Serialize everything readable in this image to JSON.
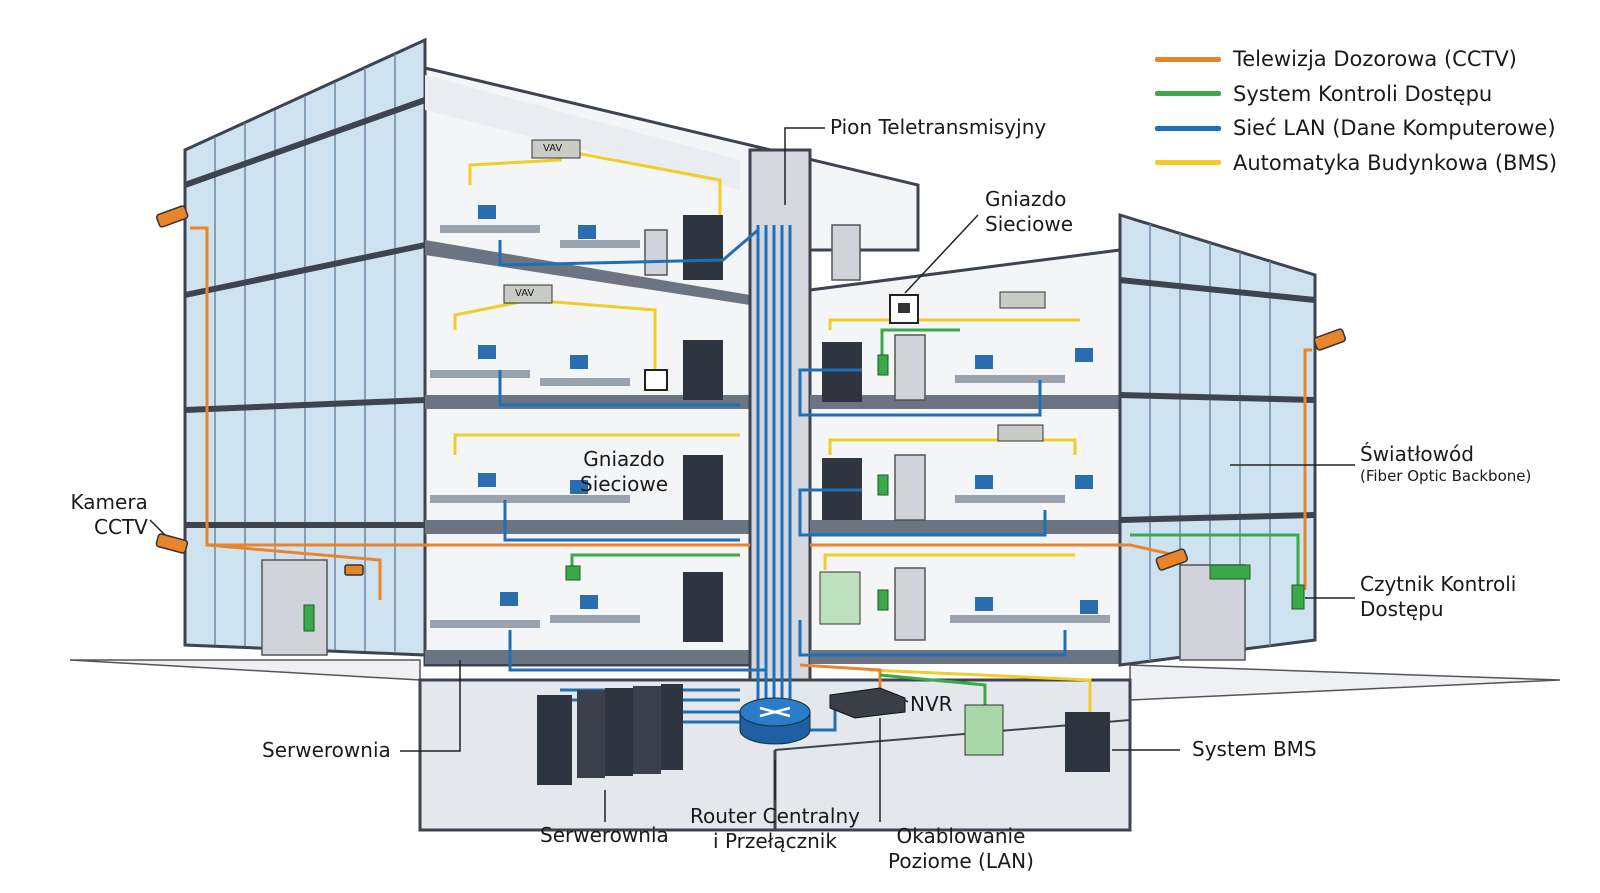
{
  "legend": [
    {
      "label": "Telewizja Dozorowa (CCTV)",
      "color": "#e8852c"
    },
    {
      "label": "System Kontroli Dostępu",
      "color": "#3aa94a"
    },
    {
      "label": "Sieć LAN (Dane Komputerowe)",
      "color": "#1f6fb8"
    },
    {
      "label": "Automatyka Budynkowa (BMS)",
      "color": "#f2cc2a"
    }
  ],
  "labels": {
    "riser": "Pion Teletransmisyjny",
    "socket_top_1": "Gniazdo",
    "socket_top_2": "Sieciowe",
    "socket_mid_1": "Gniazdo",
    "socket_mid_2": "Sieciowe",
    "camera_1": "Kamera",
    "camera_2": "CCTV",
    "fiber": "Światłowód",
    "fiber_sub": "(Fiber Optic Backbone)",
    "reader_1": "Czytnik Kontroli",
    "reader_2": "Dostępu",
    "server_room_left": "Serwerownia",
    "server_room_bottom": "Serwerownia",
    "router_1": "Router Centralny",
    "router_2": "i Przełącznik",
    "cabling_1": "Okablowanie",
    "cabling_2": "Poziome (LAN)",
    "nvr": "NVR",
    "bms": "System BMS",
    "vav_1": "VAV",
    "vav_2": "VAV"
  }
}
